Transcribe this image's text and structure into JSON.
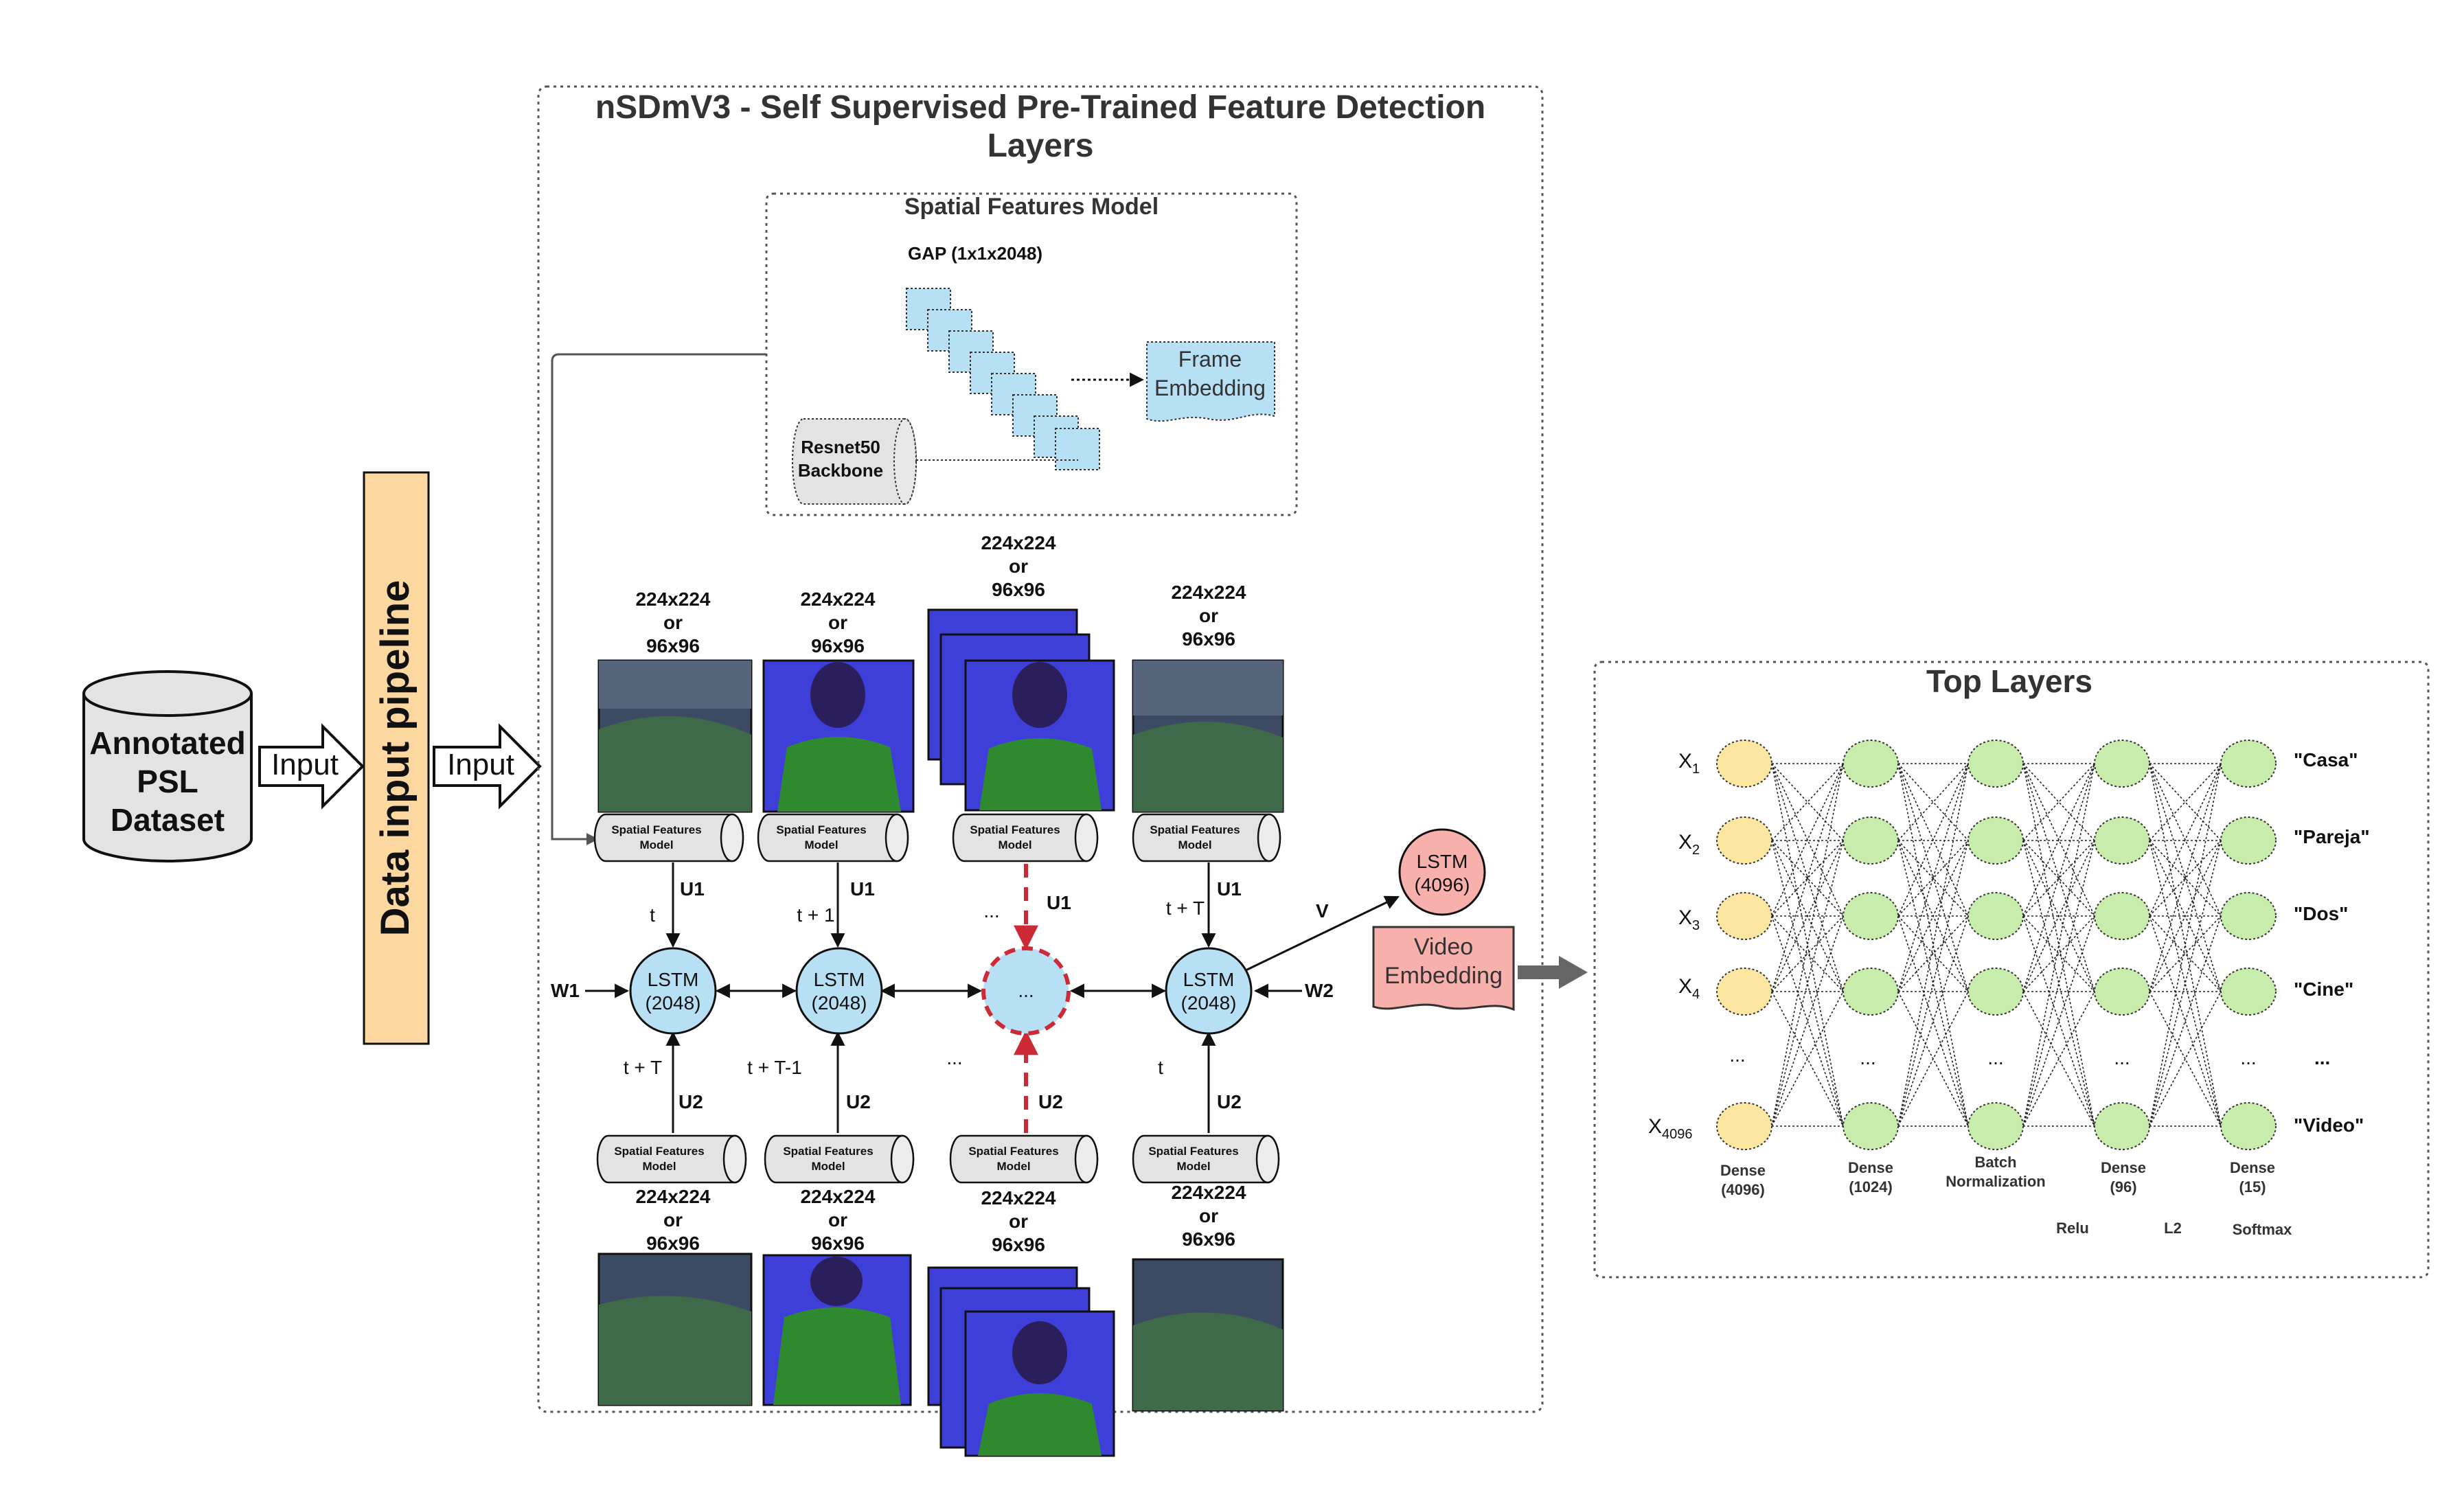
{
  "source": {
    "dataset": [
      "Annotated",
      "PSL",
      "Dataset"
    ],
    "input_labels": [
      "Input",
      "Input"
    ],
    "pipeline": "Data input pipeline"
  },
  "main": {
    "title": [
      "nSDmV3 - Self Supervised Pre-Trained Feature Detection",
      "Layers"
    ],
    "spatial_model": {
      "title": "Spatial Features Model",
      "gap": "GAP (1x1x2048)",
      "backbone": [
        "Resnet50",
        "Backbone"
      ],
      "frame_embedding": [
        "Frame",
        "Embedding"
      ]
    },
    "size_label": [
      "224x224",
      "or",
      "96x96"
    ],
    "sfm_label": [
      "Spatial Features",
      "Model"
    ],
    "lstm_label": [
      "LSTM",
      "(2048)"
    ],
    "ellipsis": "...",
    "weights": {
      "w1": "W1",
      "w2": "W2",
      "u1": "U1",
      "u2": "U2",
      "v": "V"
    },
    "time_top": [
      "t",
      "t + 1",
      "...",
      "t + T"
    ],
    "time_bottom": [
      "t + T",
      "t + T-1",
      "...",
      "t"
    ],
    "lstm_out": [
      "LSTM",
      "(4096)"
    ],
    "video_embedding": [
      "Video",
      "Embedding"
    ]
  },
  "top_layers": {
    "title": "Top Layers",
    "inputs": [
      {
        "base": "X",
        "sub": "1"
      },
      {
        "base": "X",
        "sub": "2"
      },
      {
        "base": "X",
        "sub": "3"
      },
      {
        "base": "X",
        "sub": "4"
      },
      {
        "base": "...",
        "sub": ""
      },
      {
        "base": "X",
        "sub": "4096"
      }
    ],
    "layers": [
      [
        "Dense",
        "(4096)"
      ],
      [
        "Dense",
        "(1024)"
      ],
      [
        "Batch",
        "Normalization"
      ],
      [
        "Dense",
        "(96)"
      ],
      [
        "Dense",
        "(15)"
      ]
    ],
    "activations": [
      "Relu",
      "L2",
      "Softmax"
    ],
    "outputs": [
      "\"Casa\"",
      "\"Pareja\"",
      "\"Dos\"",
      "\"Cine\"",
      "...",
      "\"Video\""
    ]
  },
  "colors": {
    "pipeline": "#fdd7a0",
    "lstm": "#b8e0f4",
    "lstm_out": "#f8b0ac",
    "input_node": "#fde6a2",
    "dense_node": "#c7ecab",
    "gap_box": "#b8e0f4",
    "dashed_red": "#cc2a36",
    "frame_blue": "#3e3fd8",
    "frame_green": "#2f8a2f"
  }
}
